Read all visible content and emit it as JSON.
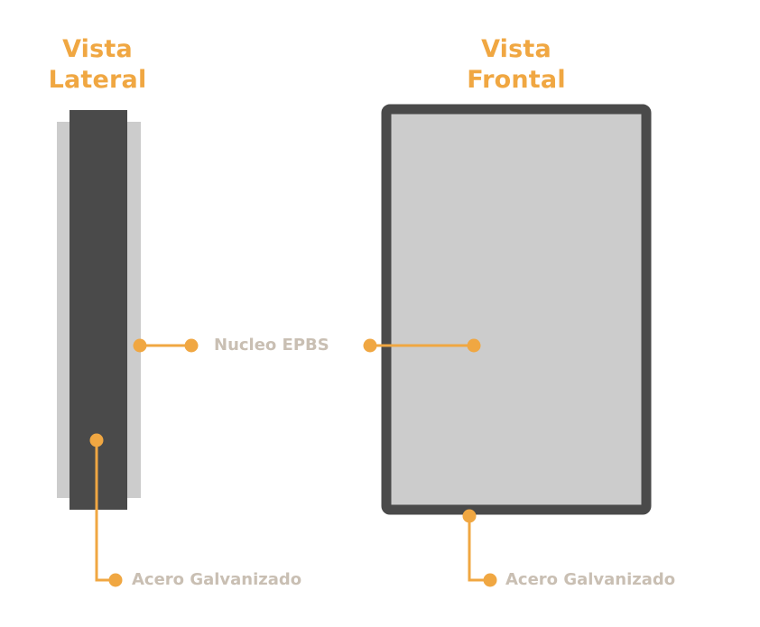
{
  "side_view": {
    "title_line1": "Vista",
    "title_line2": "Lateral"
  },
  "front_view": {
    "title_line1": "Vista",
    "title_line2": "Frontal"
  },
  "labels": {
    "core": "Nucleo EPBS",
    "steel_side": "Acero Galvanizado",
    "steel_front": "Acero Galvanizado"
  },
  "colors": {
    "accent": "#f0a742",
    "steel": "#4a4a4a",
    "core": "#cccccc",
    "label_text": "#c9bfb3"
  }
}
